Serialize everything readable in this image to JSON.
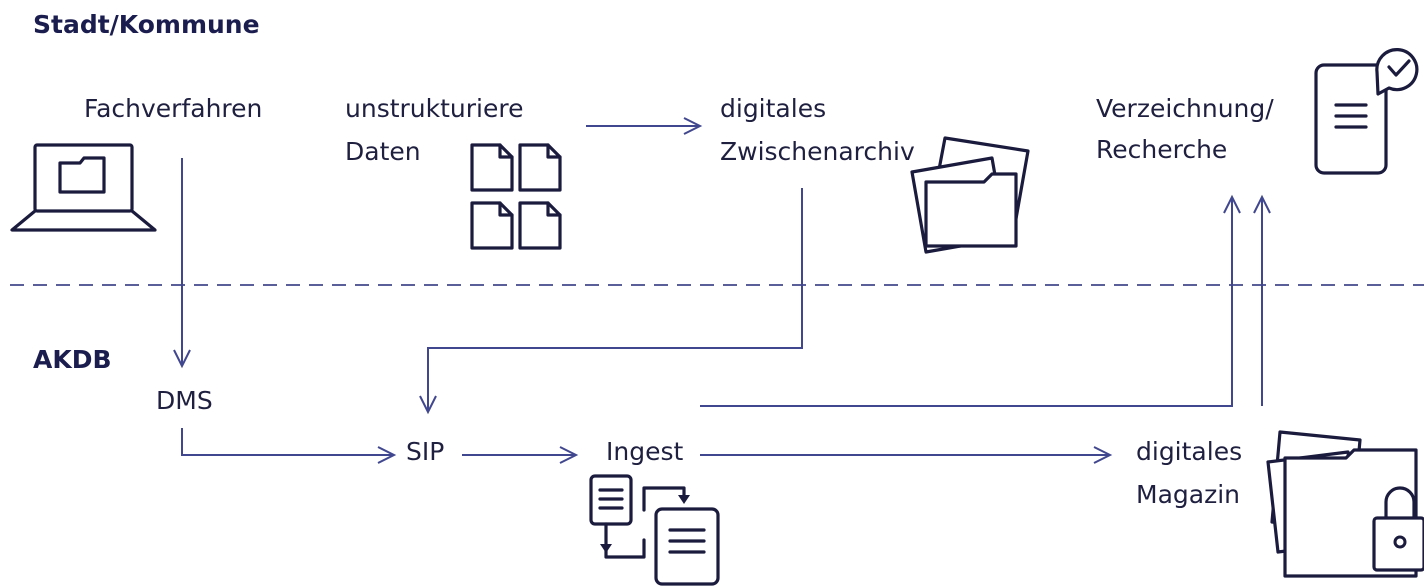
{
  "sections": {
    "top": "Stadt/Kommune",
    "bottom": "AKDB"
  },
  "nodes": {
    "fachverfahren": "Fachverfahren",
    "unstrukturiert_1": "unstrukturiere",
    "unstrukturiert_2": "Daten",
    "zwischenarchiv_1": "digitales",
    "zwischenarchiv_2": "Zwischenarchiv",
    "verzeichnung_1": "Verzeichnung/",
    "verzeichnung_2": "Recherche",
    "dms": "DMS",
    "sip": "SIP",
    "ingest": "Ingest",
    "magazin_1": "digitales",
    "magazin_2": "Magazin"
  },
  "icons": {
    "fachverfahren": "laptop-folder-icon",
    "unstrukturiert": "documents-grid-icon",
    "zwischenarchiv": "folders-icon",
    "verzeichnung": "document-check-icon",
    "ingest": "document-transfer-icon",
    "magazin": "locked-folder-icon"
  },
  "colors": {
    "flow_line": "#41478f",
    "divider": "#5a5f9a",
    "icon_stroke": "#1a1b3d",
    "section_label": "#1b1d4f"
  }
}
